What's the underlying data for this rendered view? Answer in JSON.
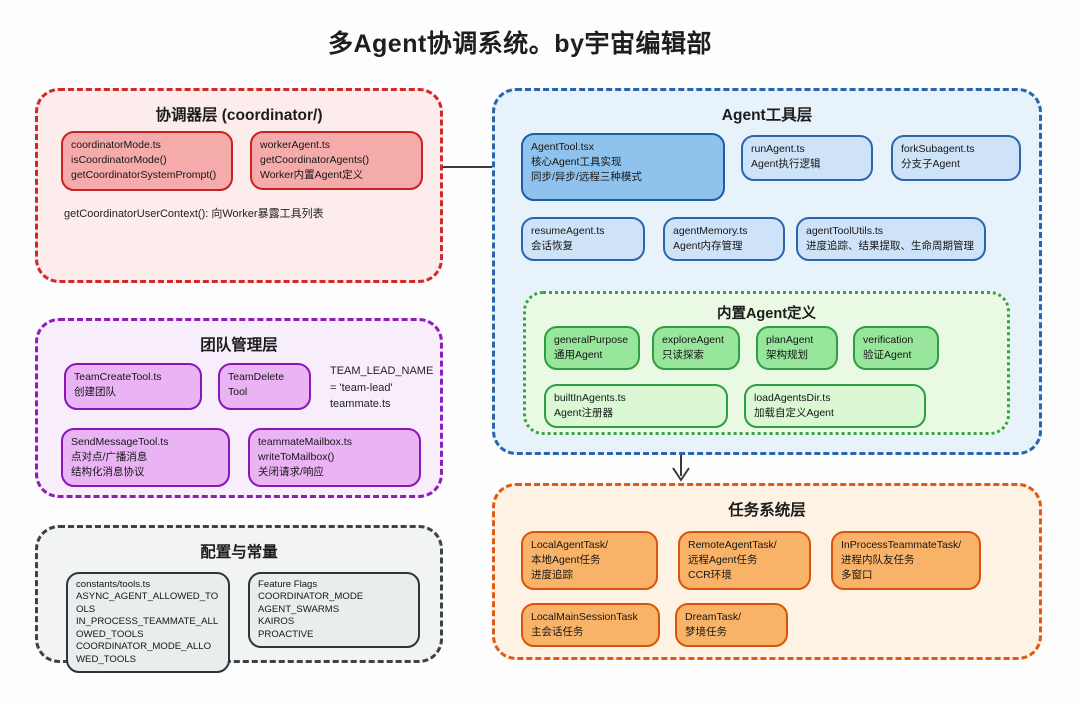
{
  "title": "多Agent协调系统。by宇宙编辑部",
  "palette": {
    "red": "#cf2929",
    "blue": "#2a66ae",
    "green": "#3aa24a",
    "purple": "#8f1cbe",
    "gray": "#3c4349",
    "orange": "#e05a14",
    "arrow": "#3a3a3a"
  },
  "layers": {
    "coordinator": {
      "title": "协调器层 (coordinator/)",
      "boxes": [
        {
          "lines": [
            "coordinatorMode.ts",
            "isCoordinatorMode()",
            "getCoordinatorSystemPrompt()"
          ]
        },
        {
          "lines": [
            "workerAgent.ts",
            "getCoordinatorAgents()",
            "Worker内置Agent定义"
          ]
        }
      ],
      "footer": "getCoordinatorUserContext(): 向Worker暴露工具列表"
    },
    "agent_tools": {
      "title": "Agent工具层",
      "boxes": [
        {
          "lines": [
            "AgentTool.tsx",
            "核心Agent工具实现",
            "同步/异步/远程三种模式"
          ]
        },
        {
          "lines": [
            "runAgent.ts",
            "Agent执行逻辑"
          ]
        },
        {
          "lines": [
            "forkSubagent.ts",
            "分支子Agent"
          ]
        },
        {
          "lines": [
            "resumeAgent.ts",
            "会话恢复"
          ]
        },
        {
          "lines": [
            "agentMemory.ts",
            "Agent内存管理"
          ]
        },
        {
          "lines": [
            "agentToolUtils.ts",
            "进度追踪、结果提取、生命周期管理"
          ]
        }
      ],
      "builtin": {
        "title": "内置Agent定义",
        "agents": [
          {
            "lines": [
              "generalPurpose",
              "通用Agent"
            ]
          },
          {
            "lines": [
              "exploreAgent",
              "只读探索"
            ]
          },
          {
            "lines": [
              "planAgent",
              "架构规划"
            ]
          },
          {
            "lines": [
              "verification",
              "验证Agent"
            ]
          }
        ],
        "files": [
          {
            "lines": [
              "builtInAgents.ts",
              "Agent注册器"
            ]
          },
          {
            "lines": [
              "loadAgentsDir.ts",
              "加载自定义Agent"
            ]
          }
        ]
      }
    },
    "team": {
      "title": "团队管理层",
      "boxes": [
        {
          "lines": [
            "TeamCreateTool.ts",
            "创建团队"
          ]
        },
        {
          "lines": [
            "TeamDelete",
            "Tool"
          ]
        },
        {
          "lines": [
            "SendMessageTool.ts",
            "点对点/广播消息",
            "结构化消息协议"
          ]
        },
        {
          "lines": [
            "teammateMailbox.ts",
            "writeToMailbox()",
            "关闭请求/响应"
          ]
        }
      ],
      "note": {
        "lines": [
          "TEAM_LEAD_NAME",
          "= 'team-lead'",
          "teammate.ts"
        ]
      }
    },
    "config": {
      "title": "配置与常量",
      "boxes": [
        {
          "lines": [
            "constants/tools.ts",
            "ASYNC_AGENT_ALLOWED_TOOLS",
            "IN_PROCESS_TEAMMATE_ALLOWED_TOOLS",
            "COORDINATOR_MODE_ALLOWED_TOOLS"
          ]
        },
        {
          "lines": [
            "Feature Flags",
            "COORDINATOR_MODE",
            "AGENT_SWARMS",
            "KAIROS",
            "PROACTIVE"
          ]
        }
      ]
    },
    "tasks": {
      "title": "任务系统层",
      "boxes": [
        {
          "lines": [
            "LocalAgentTask/",
            "本地Agent任务",
            "进度追踪"
          ]
        },
        {
          "lines": [
            "RemoteAgentTask/",
            "远程Agent任务",
            "CCR环境"
          ]
        },
        {
          "lines": [
            "InProcessTeammateTask/",
            "进程内队友任务",
            "多窗口"
          ]
        },
        {
          "lines": [
            "LocalMainSessionTask",
            "主会话任务"
          ]
        },
        {
          "lines": [
            "DreamTask/",
            "梦境任务"
          ]
        }
      ]
    }
  }
}
